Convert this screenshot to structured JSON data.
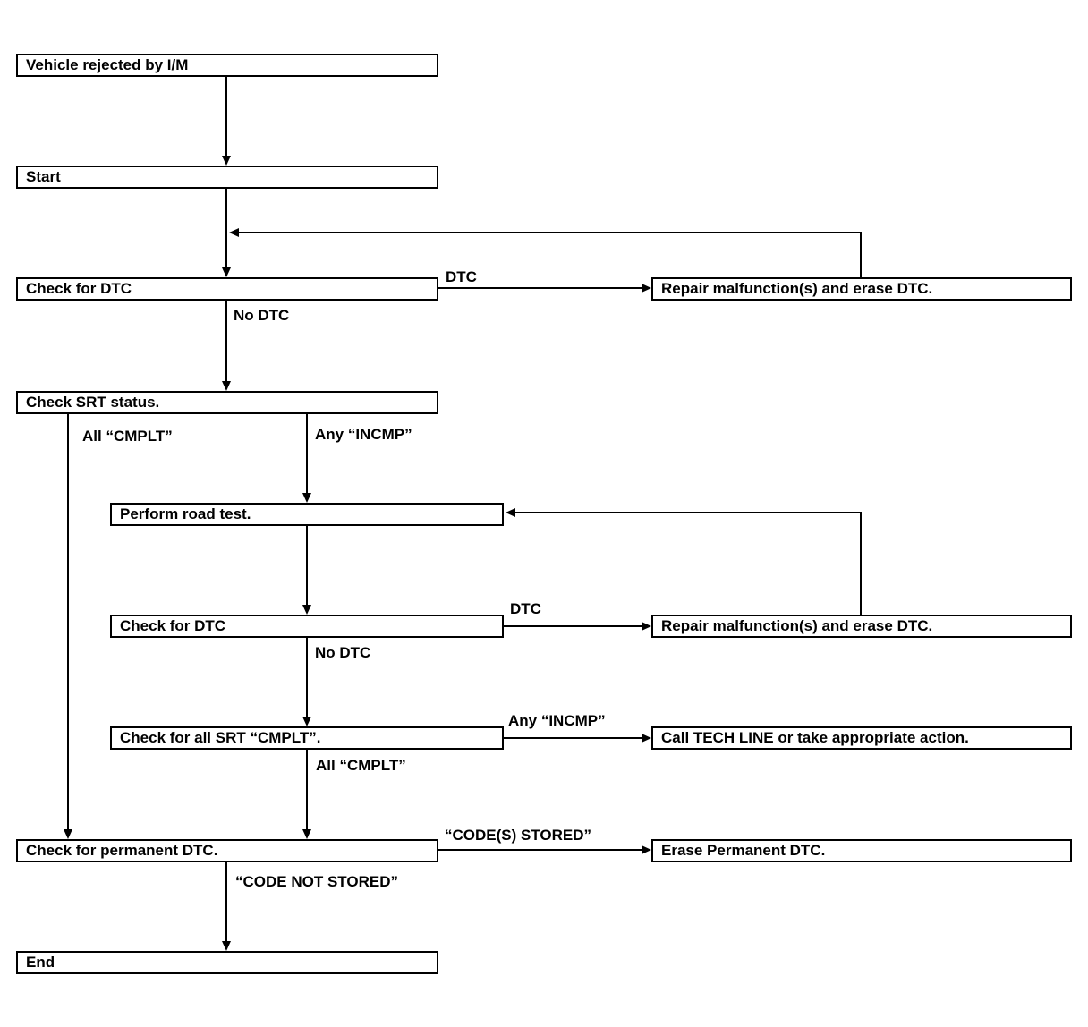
{
  "diagram": {
    "title": "I/M readiness diagnostic flow",
    "background_color": "#ffffff",
    "line_color": "#000000",
    "text_color": "#000000"
  },
  "nodes": [
    {
      "id": "vehicle-rejected-by-im",
      "label": "Vehicle rejected by I/M"
    },
    {
      "id": "start",
      "label": "Start"
    },
    {
      "id": "check-for-dtc-1",
      "label": "Check for DTC"
    },
    {
      "id": "repair-malfunctions-1",
      "label": "Repair malfunction(s) and erase DTC."
    },
    {
      "id": "check-srt-status",
      "label": "Check SRT status."
    },
    {
      "id": "perform-road-test",
      "label": "Perform road test."
    },
    {
      "id": "check-for-dtc-2",
      "label": "Check for DTC"
    },
    {
      "id": "repair-malfunctions-2",
      "label": "Repair malfunction(s) and erase DTC."
    },
    {
      "id": "check-for-all-srt-cmplt",
      "label": "Check for all SRT “CMPLT”."
    },
    {
      "id": "call-tech-line",
      "label": "Call TECH LINE or take appropriate action."
    },
    {
      "id": "check-for-permanent-dtc",
      "label": "Check for permanent DTC."
    },
    {
      "id": "erase-permanent-dtc",
      "label": "Erase Permanent DTC."
    },
    {
      "id": "end",
      "label": "End"
    }
  ],
  "edge_labels": [
    {
      "id": "dtc-1",
      "text": "DTC"
    },
    {
      "id": "no-dtc-1",
      "text": "No DTC"
    },
    {
      "id": "all-cmplt-branch",
      "text": "All “CMPLT”"
    },
    {
      "id": "any-incmp-1",
      "text": "Any “INCMP”"
    },
    {
      "id": "dtc-2",
      "text": "DTC"
    },
    {
      "id": "no-dtc-2",
      "text": "No DTC"
    },
    {
      "id": "any-incmp-2",
      "text": "Any “INCMP”"
    },
    {
      "id": "all-cmplt-2",
      "text": "All “CMPLT”"
    },
    {
      "id": "codes-stored",
      "text": "“CODE(S) STORED”"
    },
    {
      "id": "code-not-stored",
      "text": "“CODE NOT STORED”"
    }
  ]
}
